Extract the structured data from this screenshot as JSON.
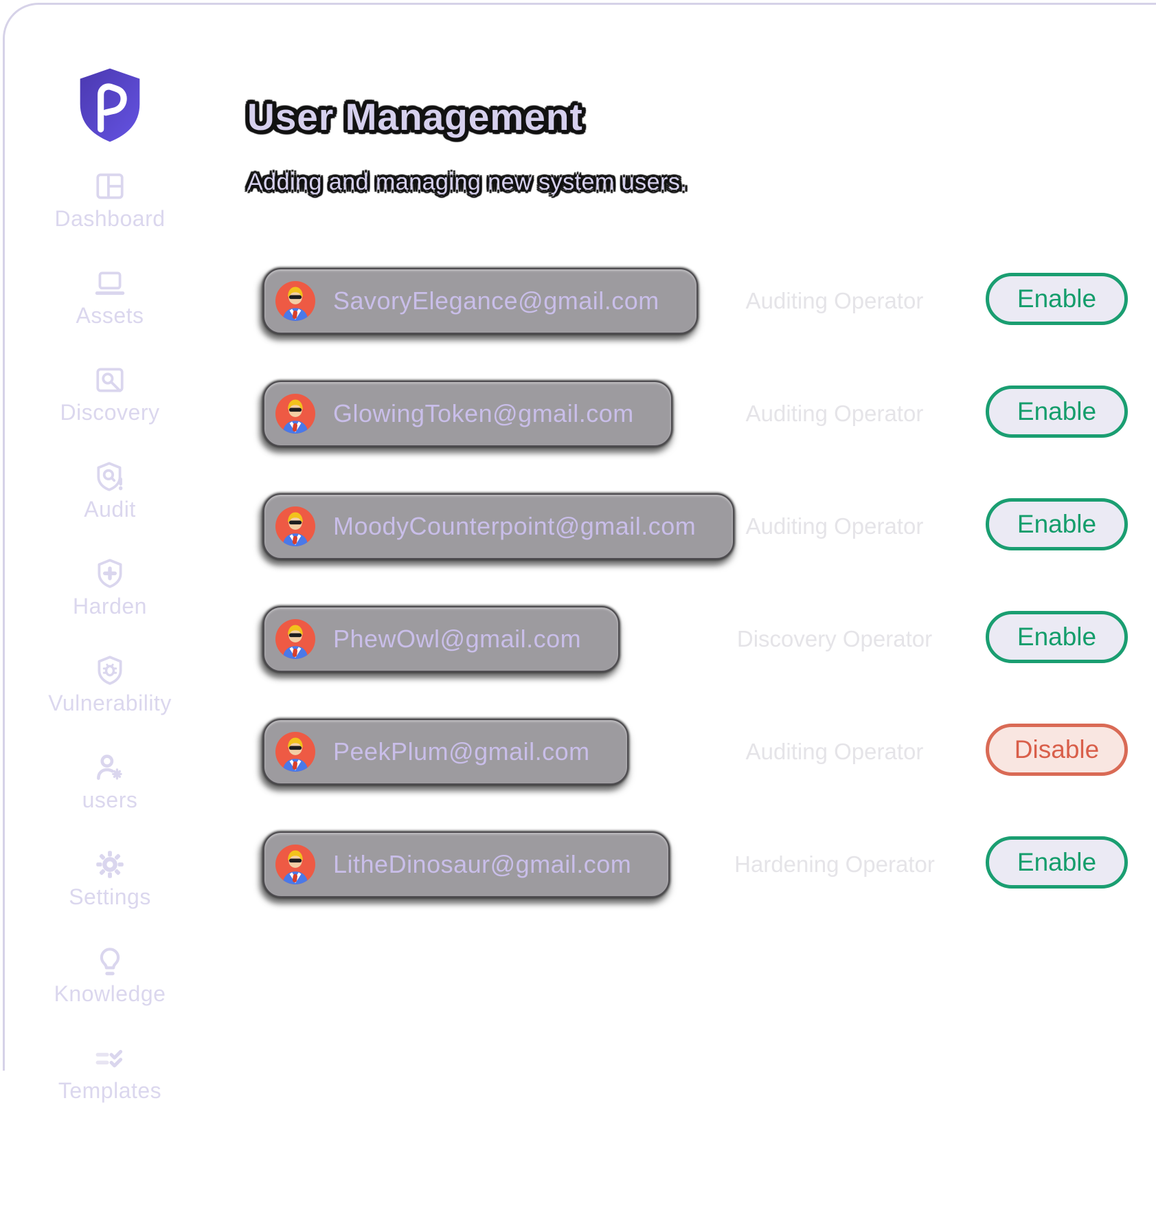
{
  "app": {
    "logo": "shield-p-logo",
    "logo_colors": {
      "gradient_top": "#4b39b0",
      "gradient_bottom": "#6453e2",
      "glyph": "#ffffff"
    }
  },
  "sidebar": {
    "items": [
      {
        "label": "Dashboard",
        "icon": "dashboard-layout-icon"
      },
      {
        "label": "Assets",
        "icon": "laptop-icon"
      },
      {
        "label": "Discovery",
        "icon": "search-frame-icon"
      },
      {
        "label": "Audit",
        "icon": "shield-search-alert-icon"
      },
      {
        "label": "Harden",
        "icon": "shield-plus-icon"
      },
      {
        "label": "Vulnerability",
        "icon": "shield-bug-icon"
      },
      {
        "label": "users",
        "icon": "user-gear-icon"
      },
      {
        "label": "Settings",
        "icon": "gear-icon"
      },
      {
        "label": "Knowledge",
        "icon": "lightbulb-icon"
      },
      {
        "label": "Templates",
        "icon": "checklist-icon"
      }
    ]
  },
  "header": {
    "title": "User Management",
    "subtitle": "Adding and managing new system users."
  },
  "users": [
    {
      "email": "SavoryElegance@gmail.com",
      "role": "Auditing Operator",
      "action": "Enable"
    },
    {
      "email": "GlowingToken@gmail.com",
      "role": "Auditing Operator",
      "action": "Enable"
    },
    {
      "email": "MoodyCounterpoint@gmail.com",
      "role": "Auditing Operator",
      "action": "Enable"
    },
    {
      "email": "PhewOwl@gmail.com",
      "role": "Discovery Operator",
      "action": "Enable"
    },
    {
      "email": "PeekPlum@gmail.com",
      "role": "Auditing Operator",
      "action": "Disable"
    },
    {
      "email": "LitheDinosaur@gmail.com",
      "role": "Hardening Operator",
      "action": "Enable"
    }
  ],
  "colors": {
    "enable_green": "#149d6b",
    "disable_red": "#d95f4a",
    "pill_gray": "#9d9b9f",
    "email_lavender": "#c9bee9",
    "sidebar_lavender": "#dbd7ee",
    "role_gray": "#e5e4e8",
    "avatar_bg_red": "#ee5a44"
  }
}
